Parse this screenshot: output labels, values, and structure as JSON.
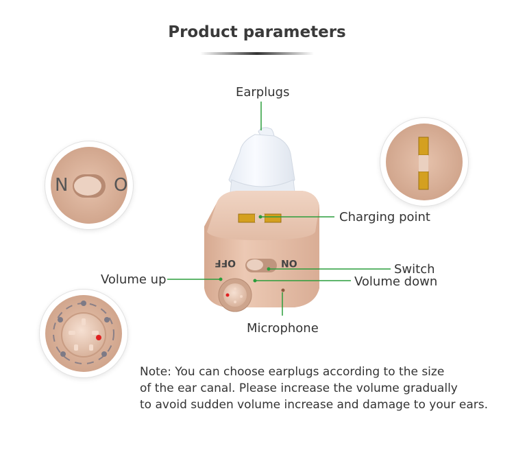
{
  "title": "Product parameters",
  "labels": {
    "earplugs": "Earplugs",
    "charging_point": "Charging point",
    "switch": "Switch",
    "volume_down": "Volume down",
    "volume_up": "Volume up",
    "microphone": "Microphone"
  },
  "device_text": {
    "off": "OFF",
    "on": "ON"
  },
  "note": {
    "line1": "Note: You can choose earplugs according to the size",
    "line2": "of the ear canal. Please increase the volume gradually",
    "line3": "to avoid sudden volume increase and damage to your ears."
  },
  "colors": {
    "leader_line": "#2a9d3b",
    "device_body": "#e4bfaa",
    "gold_contact": "#d4a020",
    "red_marker": "#e02020"
  }
}
